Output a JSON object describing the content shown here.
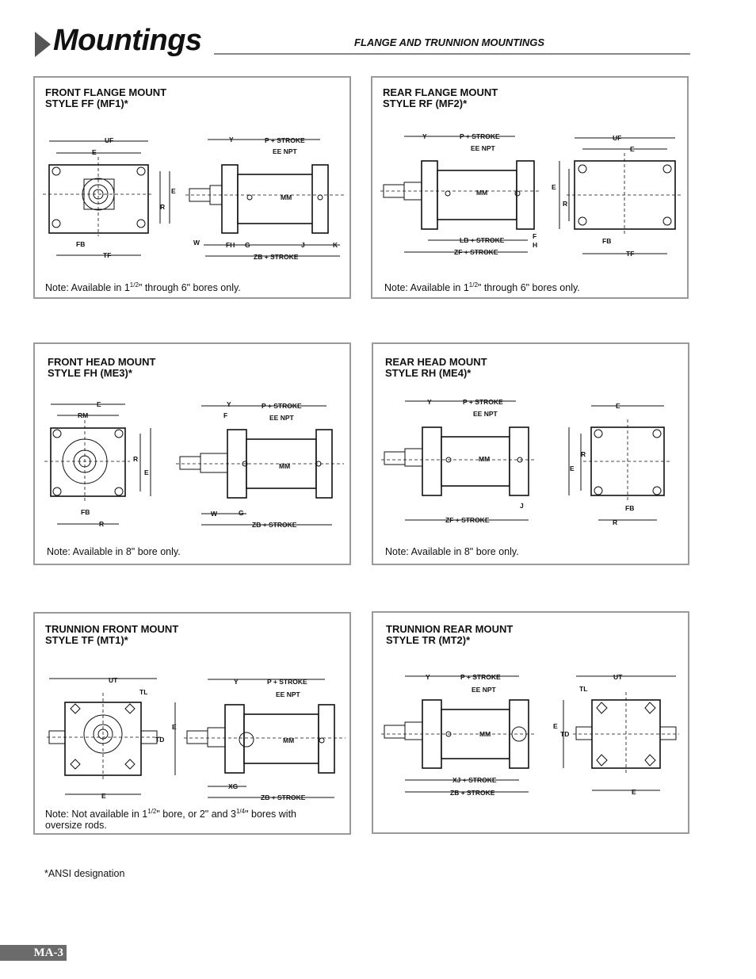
{
  "header": {
    "title": "Mountings",
    "subtitle": "FLANGE AND TRUNNION MOUNTINGS"
  },
  "panels": [
    {
      "title": "FRONT FLANGE MOUNT\nSTYLE FF (MF1)*",
      "note_pre": "Note:  Available in 1",
      "note_frac": "1/2",
      "note_post": "\" through 6\" bores only.",
      "labels": {
        "uf": "UF",
        "e": "E",
        "e2": "E",
        "r": "R",
        "fb": "FB",
        "tf": "TF",
        "y": "Y",
        "p": "P + STROKE",
        "ee": "EE NPT",
        "mm": "MM",
        "w": "W",
        "fh": "FH",
        "g": "G",
        "j": "J",
        "k": "K",
        "zb": "ZB + STROKE"
      }
    },
    {
      "title": "REAR FLANGE MOUNT\nSTYLE RF (MF2)*",
      "note_pre": "Note:  Available in 1",
      "note_frac": "1/2",
      "note_post": "\" through 6\" bores only.",
      "labels": {
        "y": "Y",
        "p": "P + STROKE",
        "ee": "EE NPT",
        "mm": "MM",
        "lb": "LB + STROKE",
        "f": "F",
        "h": "H",
        "zf": "ZF + STROKE",
        "uf": "UF",
        "e": "E",
        "e2": "E",
        "r": "R",
        "fb": "FB",
        "tf": "TF"
      }
    },
    {
      "title": "FRONT HEAD MOUNT\nSTYLE FH (ME3)*",
      "note": "Note:  Available in 8\" bore only.",
      "labels": {
        "e": "E",
        "rm": "RM",
        "r": "R",
        "e2": "E",
        "fb": "FB",
        "r2": "R",
        "y": "Y",
        "f": "F",
        "p": "P + STROKE",
        "ee": "EE NPT",
        "mm": "MM",
        "w": "W",
        "g": "G",
        "zb": "ZB + STROKE"
      }
    },
    {
      "title": "REAR HEAD MOUNT\nSTYLE RH (ME4)*",
      "note": "Note:  Available in 8\" bore only.",
      "labels": {
        "y": "Y",
        "p": "P + STROKE",
        "ee": "EE NPT",
        "mm": "MM",
        "j": "J",
        "zf": "ZF + STROKE",
        "e": "E",
        "r": "R",
        "e2": "E",
        "fb": "FB",
        "r2": "R"
      }
    },
    {
      "title": "TRUNNION FRONT MOUNT\nSTYLE TF (MT1)*",
      "note_pre": "Note:  Not available in 1",
      "note_frac": "1/2",
      "note_mid": "\" bore, or 2\" and 3",
      "note_frac2": "1/4",
      "note_post": "\" bores with",
      "note_line2": "oversize rods.",
      "labels": {
        "ut": "UT",
        "tl": "TL",
        "e": "E",
        "td": "TD",
        "e2": "E",
        "y": "Y",
        "p": "P + STROKE",
        "ee": "EE NPT",
        "mm": "MM",
        "xg": "XG",
        "zb": "ZB + STROKE"
      }
    },
    {
      "title": "TRUNNION REAR MOUNT\nSTYLE TR (MT2)*",
      "labels": {
        "y": "Y",
        "p": "P + STROKE",
        "ee": "EE NPT",
        "mm": "MM",
        "xj": "XJ + STROKE",
        "zb": "ZB + STROKE",
        "ut": "UT",
        "tl": "TL",
        "e": "E",
        "td": "TD",
        "e2": "E"
      }
    }
  ],
  "footnote": "*ANSI designation",
  "page_number": "MA-3"
}
